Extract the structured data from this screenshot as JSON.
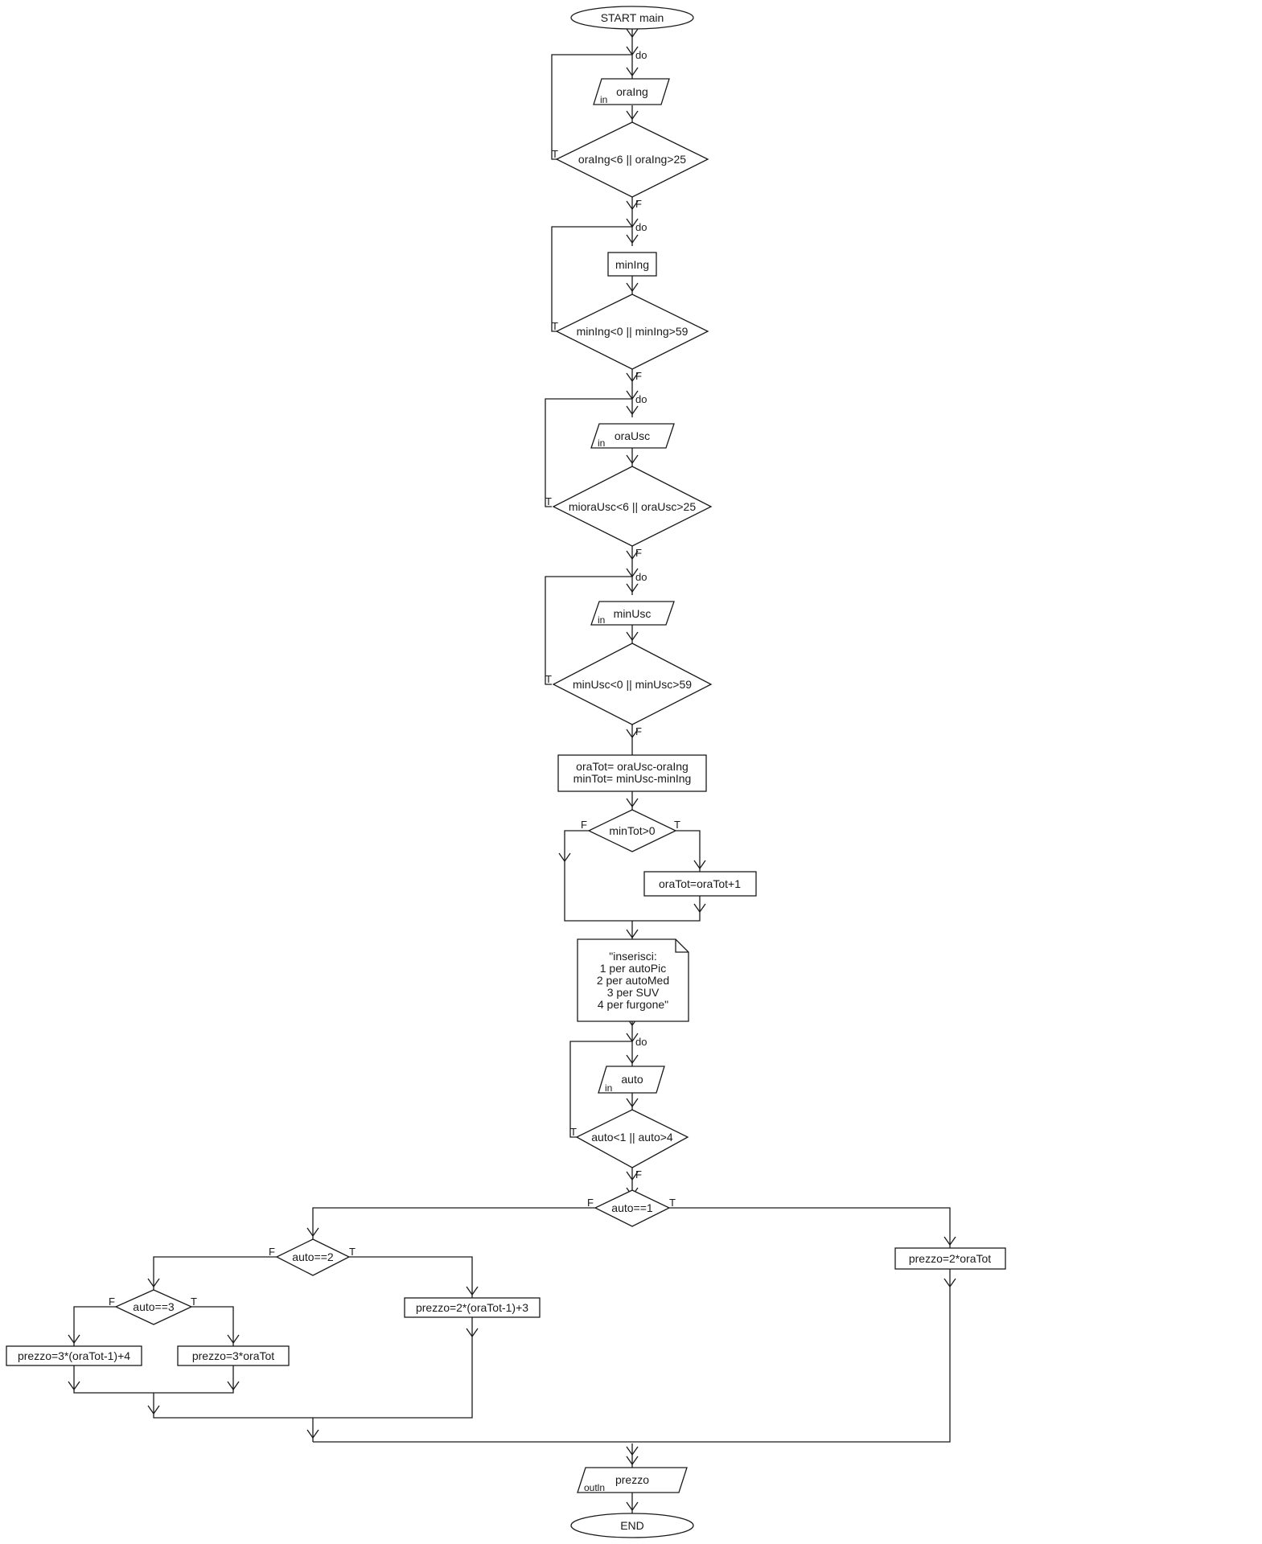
{
  "flowchart": {
    "start": "START main",
    "end": "END",
    "do_label": "do",
    "true_label": "T",
    "false_label": "F",
    "in_label": "in",
    "out_label": "outln",
    "loop1": {
      "input": "oraIng",
      "condition": "oraIng<6 || oraIng>25"
    },
    "loop2": {
      "process": "minIng",
      "condition": "minIng<0 || minIng>59"
    },
    "loop3": {
      "input": "oraUsc",
      "condition": "mioraUsc<6 || oraUsc>25"
    },
    "loop4": {
      "input": "minUsc",
      "condition": "minUsc<0 || minUsc>59"
    },
    "calc": {
      "line1": "oraTot= oraUsc-oraIng",
      "line2": "minTot= minUsc-minIng"
    },
    "if_min": {
      "condition": "minTot>0",
      "true_process": "oraTot=oraTot+1"
    },
    "note": {
      "lines": [
        "\"inserisci:",
        "1 per autoPic",
        "2 per autoMed",
        "3 per SUV",
        "4 per furgone\""
      ]
    },
    "loop5": {
      "input": "auto",
      "condition": "auto<1 || auto>4"
    },
    "if_auto1": {
      "condition": "auto==1",
      "true_process": "prezzo=2*oraTot"
    },
    "if_auto2": {
      "condition": "auto==2",
      "true_process": "prezzo=2*(oraTot-1)+3"
    },
    "if_auto3": {
      "condition": "auto==3",
      "true_process": "prezzo=3*oraTot",
      "false_process": "prezzo=3*(oraTot-1)+4"
    },
    "output": "prezzo"
  }
}
